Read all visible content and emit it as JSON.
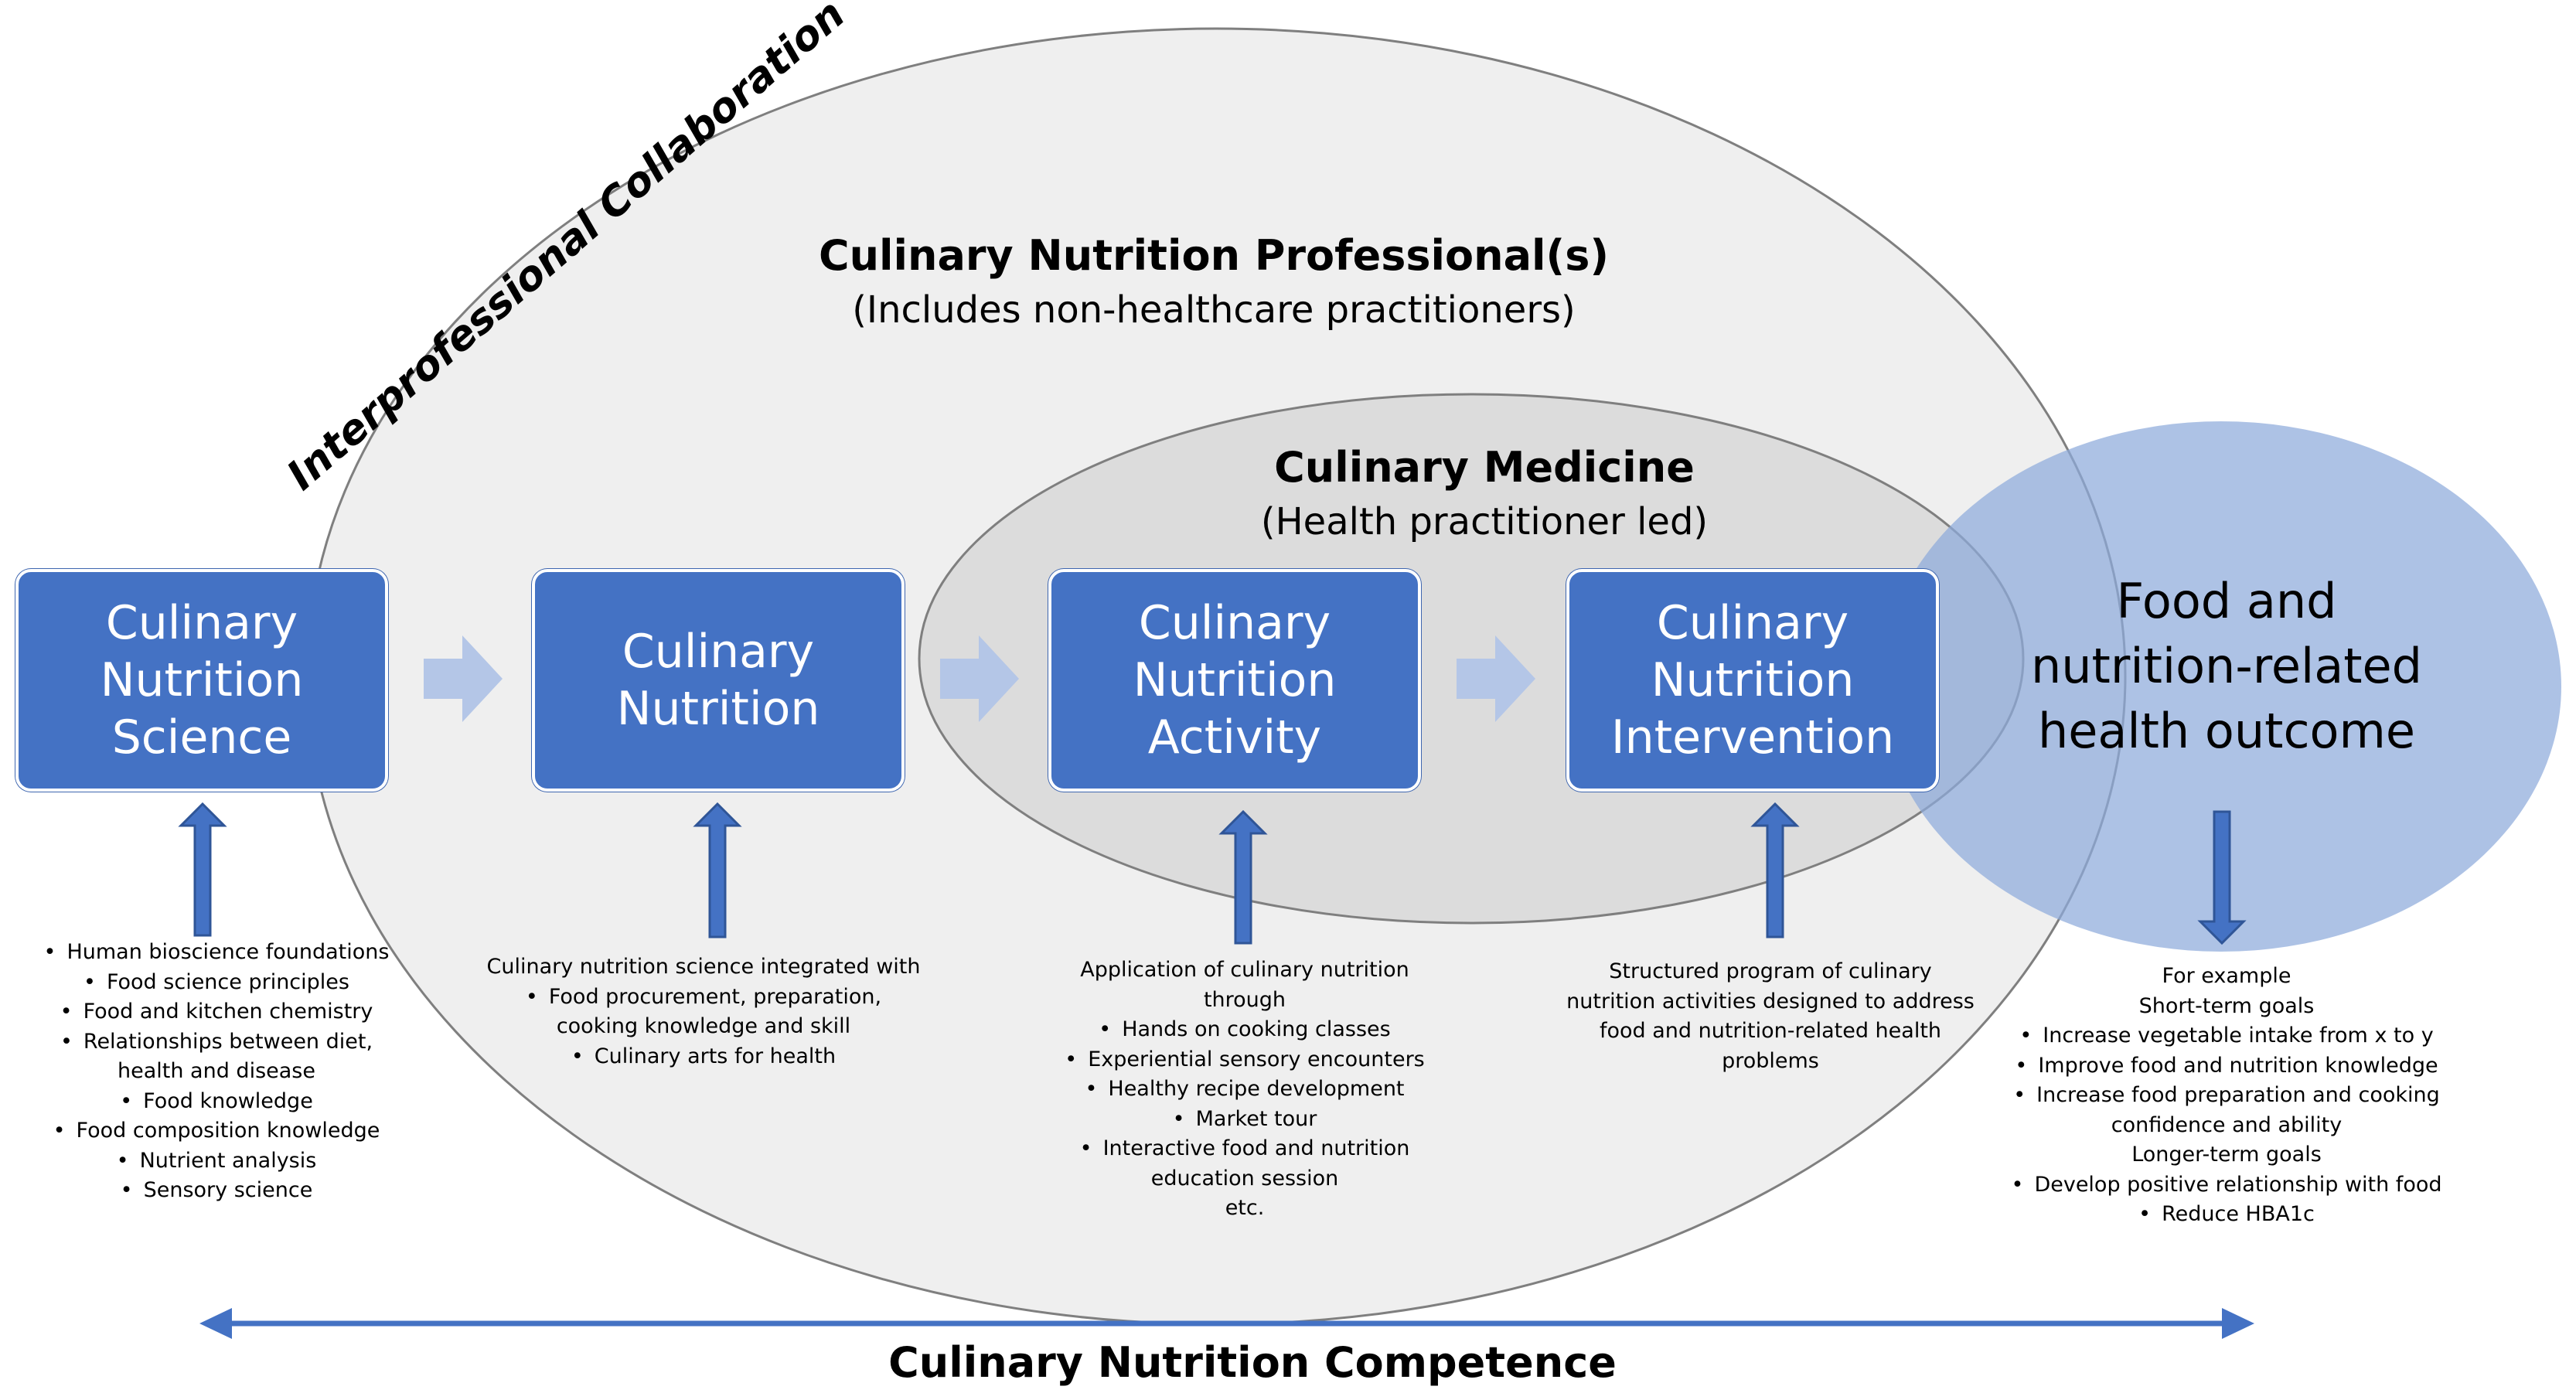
{
  "labels": {
    "collaboration": "Interprofessional Collaboration",
    "professionals_title": "Culinary Nutrition Professional(s)",
    "professionals_subtitle": "(Includes non-healthcare practitioners)",
    "medicine_title": "Culinary Medicine",
    "medicine_subtitle": "(Health practitioner led)",
    "competence": "Culinary Nutrition Competence"
  },
  "boxes": [
    {
      "lines": [
        "Culinary",
        "Nutrition",
        "Science"
      ]
    },
    {
      "lines": [
        "Culinary",
        "Nutrition"
      ]
    },
    {
      "lines": [
        "Culinary",
        "Nutrition",
        "Activity"
      ]
    },
    {
      "lines": [
        "Culinary",
        "Nutrition",
        "Intervention"
      ]
    }
  ],
  "outcome": {
    "lines": [
      "Food and",
      "nutrition-related",
      "health outcome"
    ]
  },
  "details": {
    "science": {
      "items": [
        "Human bioscience foundations",
        "Food science principles",
        "Food and kitchen chemistry",
        "Relationships between diet,",
        "health and disease",
        "Food knowledge",
        "Food composition knowledge",
        "Nutrient analysis",
        "Sensory science"
      ]
    },
    "nutrition": {
      "items": [
        "Culinary nutrition science integrated with",
        "Food procurement, preparation,",
        "cooking knowledge and skill",
        "Culinary arts for health"
      ]
    },
    "activity": {
      "items": [
        "Application of culinary nutrition",
        "through",
        "Hands on cooking classes",
        "Experiential sensory encounters",
        "Healthy recipe development",
        "Market tour",
        "Interactive food and nutrition",
        "education session",
        "etc."
      ]
    },
    "intervention": {
      "items": [
        "Structured program of culinary",
        "nutrition activities designed to address",
        "food and nutrition-related health",
        "problems"
      ]
    },
    "outcome": {
      "items": [
        "For example",
        "Short-term goals",
        "Increase vegetable intake from x to y",
        "Improve food and nutrition knowledge",
        "Increase food preparation and cooking",
        "confidence and ability",
        "Longer-term goals",
        "Develop positive relationship with food",
        "Reduce HBA1c"
      ]
    }
  },
  "colors": {
    "box_fill": "#4472c4",
    "flow_arrow": "#b4c6e7",
    "outer_ellipse": "#efefef",
    "inner_ellipse": "#dcdcdc",
    "outcome_ellipse": "#8eaadb",
    "up_arrow": "#4472c4"
  }
}
